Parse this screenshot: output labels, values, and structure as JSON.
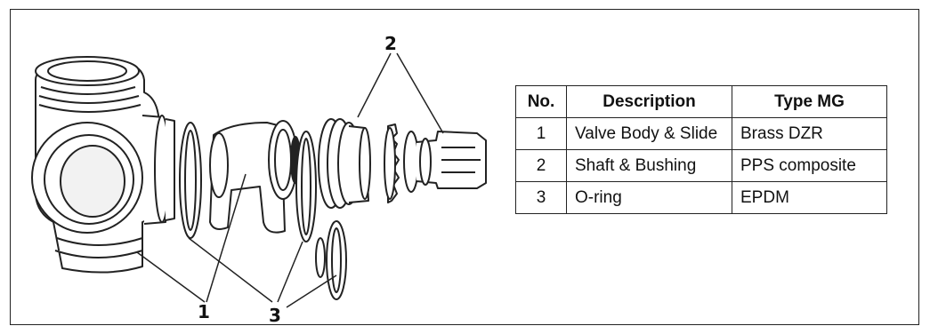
{
  "callouts": {
    "label_1": "1",
    "label_2": "2",
    "label_3": "3"
  },
  "parts_table": {
    "headers": [
      "No.",
      "Description",
      "Type MG"
    ],
    "rows": [
      [
        "1",
        "Valve Body & Slide",
        "Brass DZR"
      ],
      [
        "2",
        "Shaft & Bushing",
        "PPS composite"
      ],
      [
        "3",
        "O-ring",
        "EPDM"
      ]
    ]
  },
  "colors": {
    "line": "#222222",
    "background": "#ffffff"
  }
}
